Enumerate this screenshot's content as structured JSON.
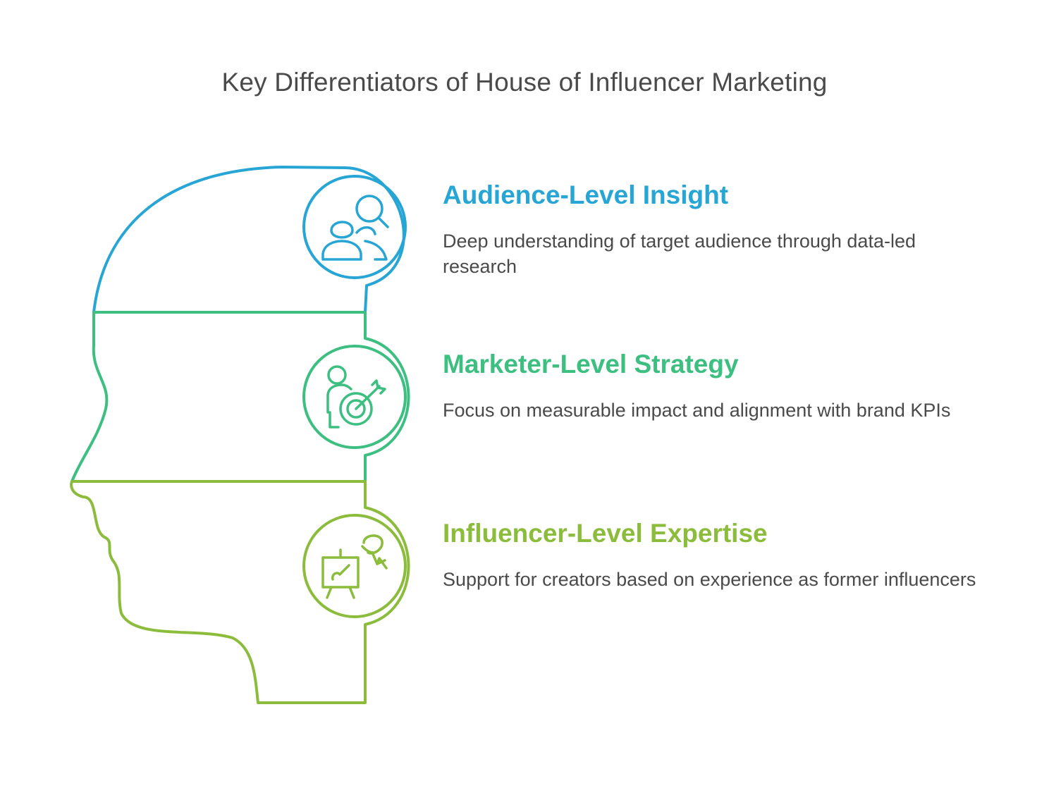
{
  "title": "Key Differentiators of House of Influencer Marketing",
  "colors": {
    "blue": "#27A5D4",
    "green": "#3CBF80",
    "olive": "#8CBC3C",
    "text": "#4A4A4A"
  },
  "items": [
    {
      "heading": "Audience-Level Insight",
      "description": "Deep understanding of target audience through data-led research",
      "icon": "audience-search-icon"
    },
    {
      "heading": "Marketer-Level Strategy",
      "description": "Focus on measurable impact and alignment with brand KPIs",
      "icon": "person-target-icon"
    },
    {
      "heading": "Influencer-Level Expertise",
      "description": "Support for creators based on experience as former influencers",
      "icon": "creator-easel-icon"
    }
  ]
}
